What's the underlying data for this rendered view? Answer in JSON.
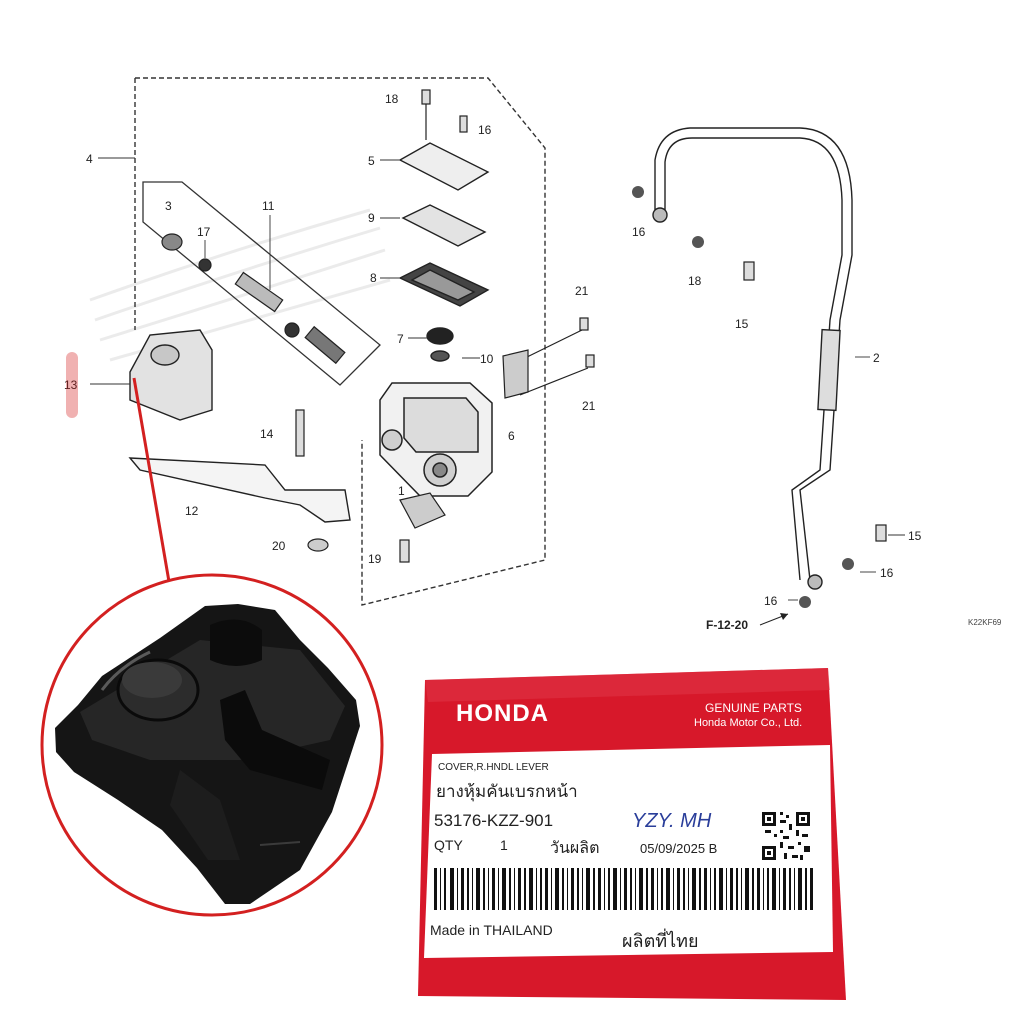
{
  "diagram": {
    "callouts": {
      "c18a": "18",
      "c16a": "16",
      "c4": "4",
      "c5": "5",
      "c11": "11",
      "c3": "3",
      "c17": "17",
      "c9": "9",
      "c8": "8",
      "c21a": "21",
      "c7": "7",
      "c10": "10",
      "c21b": "21",
      "c13": "13",
      "c14": "14",
      "c6": "6",
      "c12": "12",
      "c1": "1",
      "c20": "20",
      "c19": "19",
      "c16b": "16",
      "c18b": "18",
      "c15a": "15",
      "c2": "2",
      "c15b": "15",
      "c16c": "16",
      "c16d": "16"
    },
    "ref_page": "F-12-20",
    "code": "K22KF69"
  },
  "package": {
    "brand": "HONDA",
    "genuine": "GENUINE PARTS",
    "maker": "Honda Motor Co., Ltd.",
    "desc_en": "COVER,R.HNDL LEVER",
    "desc_th": "ยางหุ้มคันเบรกหน้า",
    "part_no": "53176-KZZ-901",
    "handwriting": "YZY. MH",
    "qty_label": "QTY",
    "qty_value": "1",
    "date_label_th": "วันผลิต",
    "date": "05/09/2025 B",
    "origin_en": "Made in THAILAND",
    "origin_th": "ผลิตที่ไทย"
  },
  "colors": {
    "highlight": "#d32020",
    "bag_red": "#d7182a",
    "label_white": "#ffffff"
  }
}
